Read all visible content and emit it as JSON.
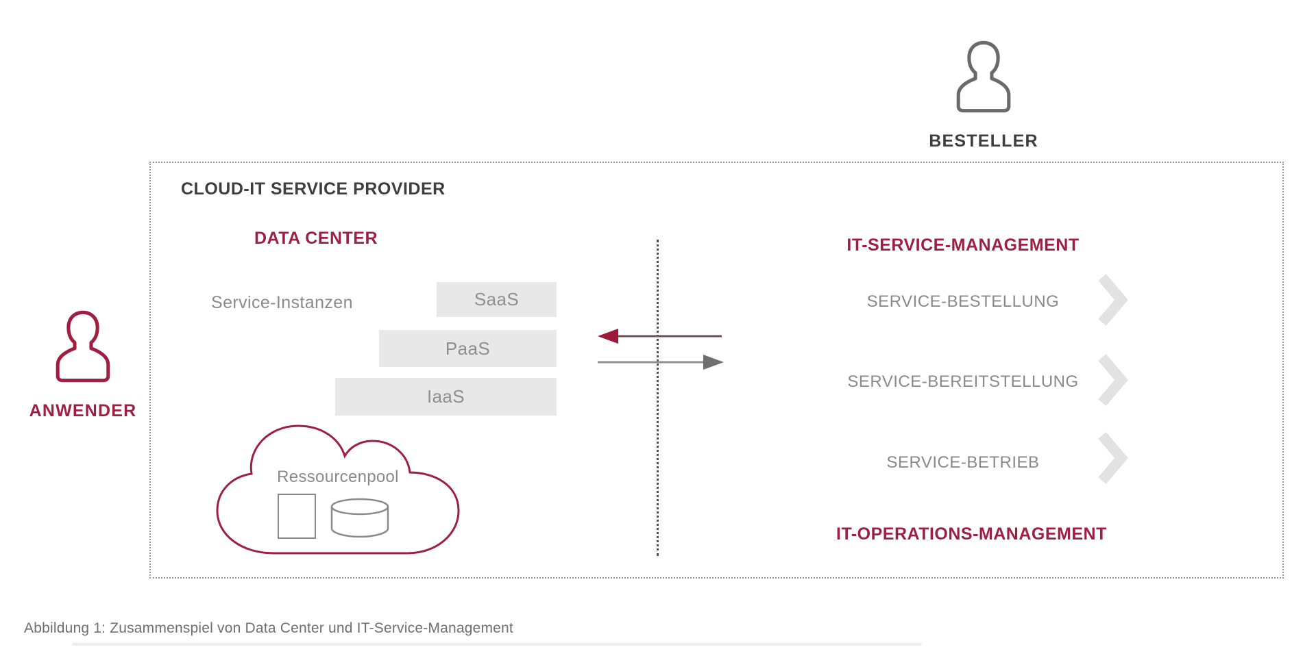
{
  "colors": {
    "accent_crimson": "#9E1F42",
    "text_dark": "#3E3E3E",
    "text_gray": "#8A8A8A",
    "layer_box_bg": "#E8E8E8",
    "chevron_gray": "#E2E2E2",
    "arrow_gray": "#6F6F6F"
  },
  "actors": {
    "besteller": {
      "label": "BESTELLER"
    },
    "anwender": {
      "label": "ANWENDER"
    }
  },
  "provider": {
    "title": "CLOUD-IT SERVICE PROVIDER",
    "data_center": {
      "title": "DATA CENTER",
      "instances_label": "Service-Instanzen",
      "layers": [
        {
          "label": "SaaS"
        },
        {
          "label": "PaaS"
        },
        {
          "label": "IaaS"
        }
      ],
      "resource_pool_label": "Ressourcenpool"
    },
    "service_management": {
      "title": "IT-SERVICE-MANAGEMENT",
      "steps": [
        {
          "label": "SERVICE-BESTELLUNG"
        },
        {
          "label": "SERVICE-BEREITSTELLUNG"
        },
        {
          "label": "SERVICE-BETRIEB"
        }
      ],
      "operations_title": "IT-OPERATIONS-MANAGEMENT"
    }
  },
  "diagram": {
    "caption": "Abbildung 1: Zusammenspiel von Data Center und IT-Service-Management"
  }
}
